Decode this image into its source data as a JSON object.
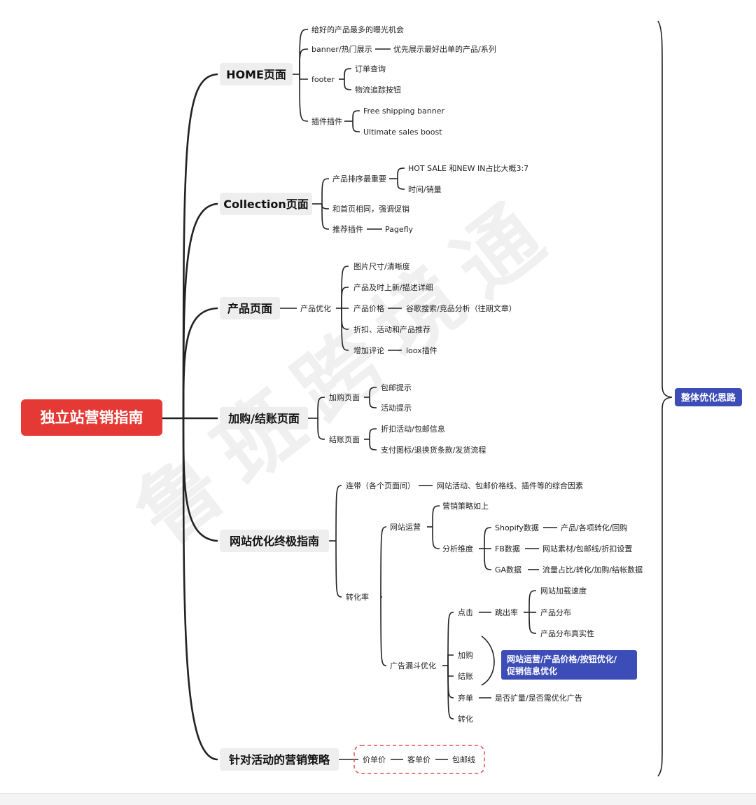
{
  "root": "独立站营销指南",
  "summary": "整体优化思路",
  "watermark": "鲁班跨境通",
  "colors": {
    "root": "#e53935",
    "summary": "#3d4db7",
    "branch_bg": "#eeeeee",
    "line": "#222222",
    "dashed": "#e05050"
  },
  "sections": {
    "home": {
      "label": "HOME页面",
      "items": {
        "exposure": "给好的产品最多的曝光机会",
        "banner": "banner/热门展示",
        "banner_detail": "优先展示最好出单的产品/系列",
        "footer": "footer",
        "order_query": "订单查询",
        "tracking_button": "物流追踪按钮",
        "plugins": "插件插件",
        "free_shipping": "Free shipping banner",
        "sales_boost": "Ultimate sales boost"
      }
    },
    "collection": {
      "label": "Collection页面",
      "items": {
        "sorting": "产品排序最重要",
        "hot_sale": "HOT SALE 和NEW IN占比大概3:7",
        "time_sales": "时间/销量",
        "same_as_home": "和首页相同，强调促销",
        "recommend_plugin": "推荐插件",
        "pagefly": "Pagefly"
      }
    },
    "product": {
      "label": "产品页面",
      "items": {
        "optimize": "产品优化",
        "image": "图片尺寸/清晰度",
        "new_arrival": "产品及时上新/描述详细",
        "price": "产品价格",
        "price_detail": "谷歌搜索/竞品分析（往期文章）",
        "discount": "折扣、活动和产品推荐",
        "reviews": "增加评论",
        "loox": "loox插件"
      }
    },
    "cart": {
      "label": "加购/结账页面",
      "items": {
        "cart_page": "加购页面",
        "free_ship_tip": "包邮提示",
        "promo_tip": "活动提示",
        "checkout_page": "结账页面",
        "discount_info": "折扣活动/包邮信息",
        "payment_info": "支付图标/退换货条款/发货流程"
      }
    },
    "ultimate": {
      "label": "网站优化终极指南",
      "items": {
        "linkage": "连带（各个页面间）",
        "linkage_detail": "网站活动、包邮价格线、插件等的综合因素",
        "conversion": "转化率",
        "operation": "网站运营",
        "strategy": "营销策略如上",
        "analysis": "分析维度",
        "shopify": "Shopify数据",
        "shopify_detail": "产品/各项转化/回购",
        "fb": "FB数据",
        "fb_detail": "网站素材/包邮线/折扣设置",
        "ga": "GA数据",
        "ga_detail": "流量占比/转化/加购/结帐数据",
        "funnel": "广告漏斗优化",
        "click": "点击",
        "bounce": "跳出率",
        "load_speed": "网站加载速度",
        "product_dist": "产品分布",
        "product_real": "产品分布真实性",
        "add_cart": "加购",
        "checkout": "结账",
        "cart_summary": "网站运营/产品价格/按钮优化/促销信息优化",
        "abandon": "弃单",
        "abandon_detail": "是否扩量/是否需优化广告",
        "convert": "转化"
      }
    },
    "campaign": {
      "label": "针对活动的营销策略",
      "items": {
        "unit_price": "价单价",
        "customer_price": "客单价",
        "free_ship_line": "包邮线"
      }
    }
  }
}
